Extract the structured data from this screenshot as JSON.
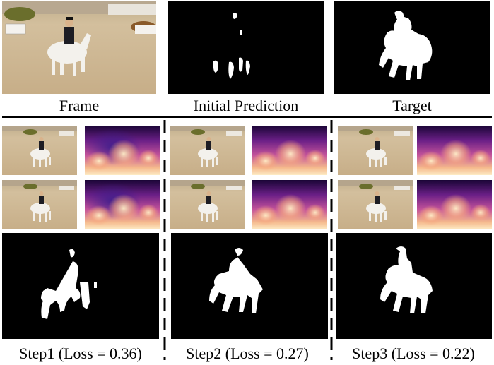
{
  "top_row": {
    "frame_caption": "Frame",
    "initial_prediction_caption": "Initial Prediction",
    "target_caption": "Target"
  },
  "steps": [
    {
      "caption": "Step1 (Loss = 0.36)"
    },
    {
      "caption": "Step2 (Loss = 0.27)"
    },
    {
      "caption": "Step3 (Loss = 0.22)"
    }
  ],
  "colors": {
    "sand": "#cdb896",
    "horse": "#f2f0ec",
    "mask_bg": "#000000",
    "mask_fg": "#ffffff",
    "heat_dark": "#2a0a5e",
    "heat_mid": "#a63c92",
    "heat_light": "#fbe3b0"
  }
}
